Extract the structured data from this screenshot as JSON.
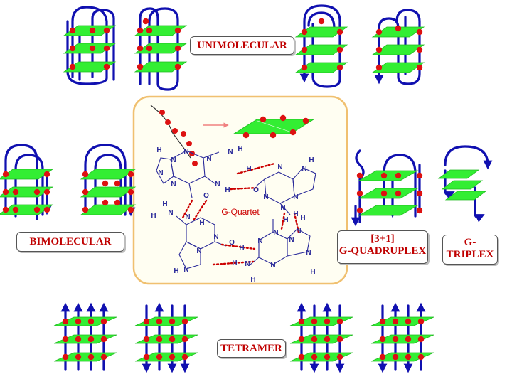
{
  "labels": {
    "unimolecular": "UNIMOLECULAR",
    "bimolecular": "BIMOLECULAR",
    "qplex_line1": "[3+1]",
    "qplex_line2": "G-QUADRUPLEX",
    "triplex_line1": "G-",
    "triplex_line2": "TRIPLEX",
    "tetramer": "TETRAMER",
    "g_quartet": "G-Quartet"
  },
  "atoms": {
    "N": "N",
    "H": "H",
    "O": "O"
  },
  "colors": {
    "strand": "#1010b0",
    "plane": "#33ee33",
    "dot": "#dd1111",
    "label_text": "#c00000",
    "hbond": "#cc0000",
    "center_border": "#f0c070",
    "center_bg": "#fffef2",
    "chem": "#2a2a9a",
    "arrow_pink": "#f08080"
  }
}
